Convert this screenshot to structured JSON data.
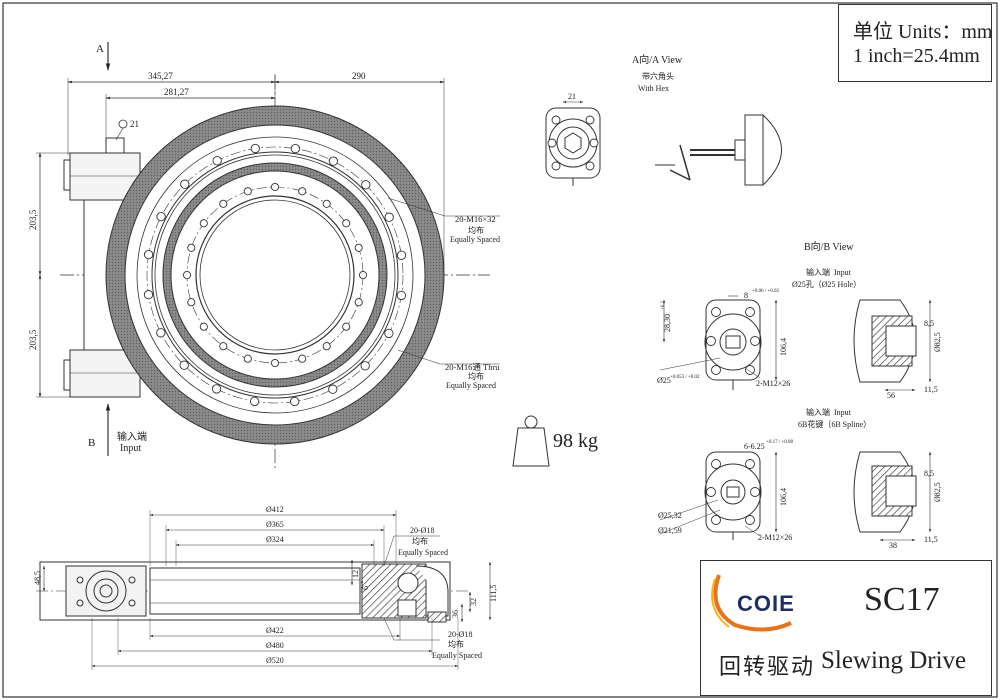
{
  "units": {
    "line1": "单位 Units：mm",
    "line2": "1 inch=25.4mm"
  },
  "title_block": {
    "brand": "COIE",
    "model": "SC17",
    "product_cn": "回转驱动",
    "product_en": "Slewing Drive",
    "colors": {
      "brand_navy": "#1f2f63",
      "brand_orange": "#e8731c",
      "brand_yellow": "#f2b61c"
    }
  },
  "weight": {
    "value": "98 kg"
  },
  "main_view": {
    "section_a": "A",
    "section_b": "B",
    "input_cn": "输入端",
    "input_en": "Input",
    "dim_top_left": "345,27",
    "dim_top_right": "290",
    "dim_inner": "281,27",
    "dim_hole": "21",
    "dim_upper_height": "203,5",
    "dim_lower_height": "203,5",
    "outer_holes_spec": "20-M16×32",
    "outer_holes_cn": "均布",
    "outer_holes_en": "Equally Spaced",
    "inner_holes_spec": "20-M16通 Thru",
    "inner_holes_cn": "均布",
    "inner_holes_en": "Equally Spaced"
  },
  "a_view": {
    "title": "A向/A View",
    "hex_cn": "带六角头",
    "hex_en": "With Hex",
    "dim_21": "21"
  },
  "b_view": {
    "title": "B向/B View",
    "input1_cn": "输入端",
    "input1_en": "Input",
    "input1_hole": "Ø25孔（Ø25 Hole）",
    "dim_keyway": "8",
    "dim_keyway_tol": "+0.06 / +0.02",
    "dim_2830": "28,30",
    "dim_2830_tol": "+0.2",
    "dim_1064_a": "106,4",
    "dim_25": "Ø25",
    "dim_25_tol": "+0.053 / +0.02",
    "dim_2m12_a": "2-M12×26",
    "dim_85_a": "8,5",
    "dim_825_a": "Ø82,5",
    "dim_56": "56",
    "dim_115_a": "11,5",
    "input2_cn": "输入端",
    "input2_en": "Input",
    "input2_spline": "6B花键（6B Spline）",
    "dim_6625": "6-6.25",
    "dim_6625_tol": "+0.17 / +0.08",
    "dim_1064_b": "106,4",
    "dim_2532": "Ø25,32",
    "dim_2159": "Ø21,59",
    "dim_2m12_b": "2-M12×26",
    "dim_85_b": "8,5",
    "dim_825_b": "Ø82,5",
    "dim_38": "38",
    "dim_115_b": "11,5"
  },
  "section_view": {
    "d412": "Ø412",
    "d365": "Ø365",
    "d324": "Ø324",
    "holes18_top": "20-Ø18",
    "holes18_top_cn": "均布",
    "holes18_top_en": "Equally Spaced",
    "d422": "Ø422",
    "d480": "Ø480",
    "d520": "Ø520",
    "holes18_bot": "20-Ø18",
    "holes18_bot_cn": "均布",
    "holes18_bot_en": "Equally Spaced",
    "h485": "48,5",
    "h1115": "111,5",
    "h32": "32",
    "h36": "36",
    "h12": "12",
    "h6": "6"
  }
}
